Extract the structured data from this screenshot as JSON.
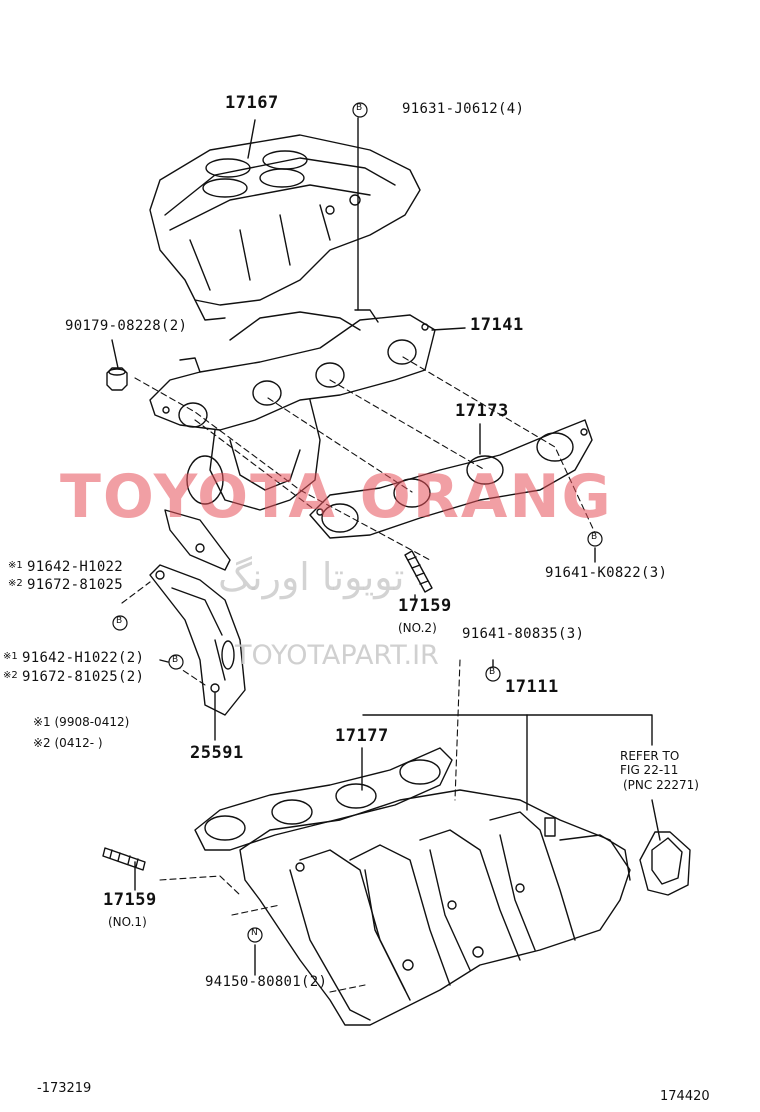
{
  "watermark": {
    "main": "TOYOTA ORANG",
    "persian": "تویوتا اورنگ",
    "url": "TOYOTAPART.IR"
  },
  "parts": {
    "p17167": "17167",
    "p91631": "91631-J0612(4)",
    "p90179": "90179-08228(2)",
    "p17141": "17141",
    "p17173": "17173",
    "p91641k": "91641-K0822(3)",
    "p17159a": "17159",
    "no2": "(NO.2)",
    "p91641_80835": "91641-80835(3)",
    "p17111": "17111",
    "p17177": "17177",
    "p25591": "25591",
    "p17159b": "17159",
    "no1": "(NO.1)",
    "p94150": "94150-80801(2)",
    "p91642a": "91642-H1022",
    "p91672a": "91672-81025",
    "p91642b": "91642-H1022(2)",
    "p91672b": "91672-81025(2)"
  },
  "marks": {
    "m1": "※1",
    "m2": "※2",
    "b": "B",
    "n": "N"
  },
  "notes": {
    "note1": "※1 (9908-0412)",
    "note2": "※2 (0412-  )"
  },
  "refer": {
    "line1": "REFER TO",
    "line2": "FIG 22-11",
    "line3": "(PNC 22271)"
  },
  "footer": {
    "left": "-173219",
    "right": "174420"
  },
  "colors": {
    "ink": "#111111",
    "watermark_red": "#e6505a",
    "watermark_grey": "#c8c8c8"
  }
}
